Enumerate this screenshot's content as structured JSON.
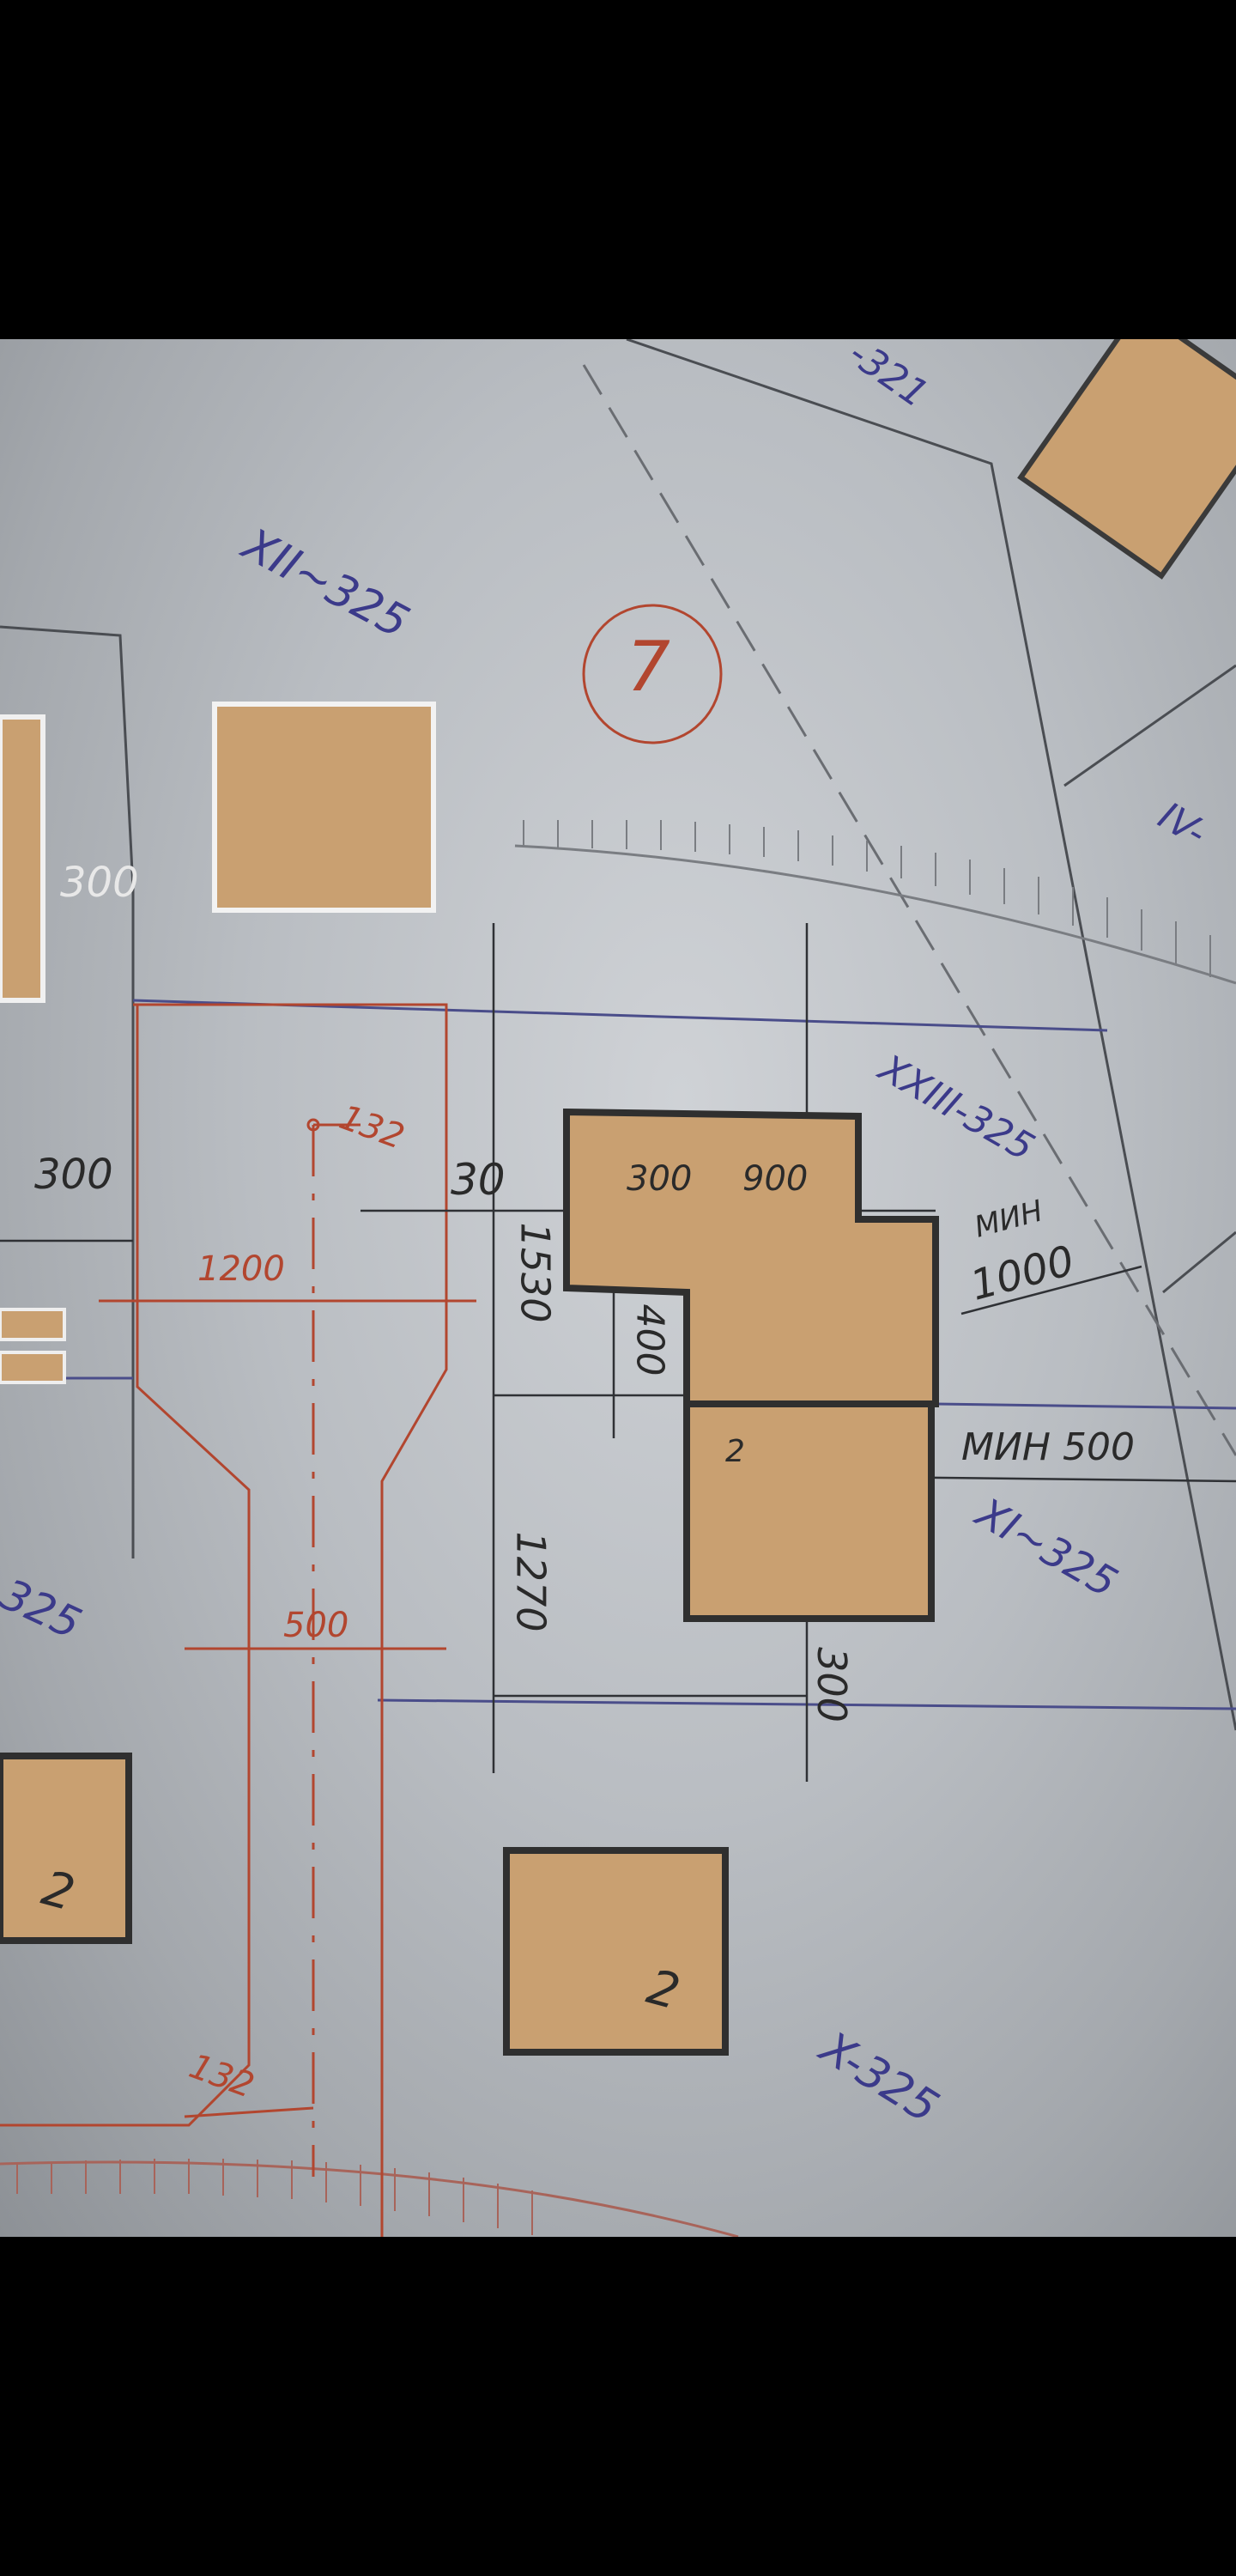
{
  "drawing": {
    "zone_labels": [
      "XII~325",
      "XXIII-325",
      "XI~325",
      "X-325",
      "IV-",
      "-321",
      "325"
    ],
    "circle_number": "7",
    "elevations": [
      "132",
      "132"
    ],
    "dimensions": {
      "d300_left": "300",
      "d1200": "1200",
      "d500_road": "500",
      "d300_top": "300",
      "d900": "900",
      "d30": "30",
      "d1530": "1530",
      "d400": "400",
      "d1270": "1270",
      "d300_bottom": "300",
      "d1000": "1000",
      "min_label": "МИН",
      "min500": "МИН 500",
      "d300_circle": "300"
    },
    "building_numbers": [
      "2",
      "2",
      "2"
    ]
  }
}
